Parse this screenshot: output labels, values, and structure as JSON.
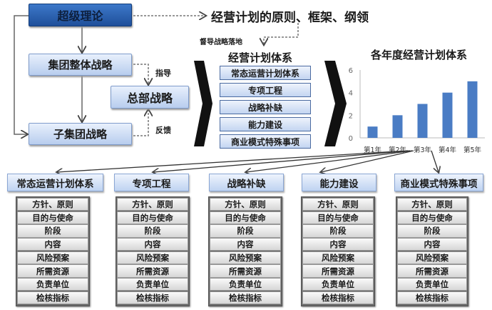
{
  "top": {
    "theory": "超级理论",
    "principles_text": "经营计划的原则、框架、纲领",
    "supervise_label": "督导战略落地",
    "group_strategy": "集团整体战略",
    "hq_strategy": "总部战略",
    "subgroup_strategy": "子集团战略",
    "guide_label": "指导",
    "feedback_label": "反馈"
  },
  "plan_system": {
    "title": "经营计划体系",
    "items": [
      "常态运营计划体系",
      "专项工程",
      "战略补缺",
      "能力建设",
      "商业模式特殊事项"
    ]
  },
  "chart_data": {
    "type": "bar",
    "title": "各年度经营计划体系",
    "categories": [
      "第1年",
      "第2年",
      "第3年",
      "第4年",
      "第5年"
    ],
    "values": [
      1,
      2,
      3,
      4,
      5
    ],
    "ylim": [
      0,
      6
    ],
    "yticks": [
      "0",
      "2",
      "4",
      "6"
    ],
    "bar_color": "#4a7cc4"
  },
  "columns": [
    {
      "title": "常态运营计划体系",
      "rows": [
        "方针、原则",
        "目的与使命",
        "阶段",
        "内容",
        "风险预案",
        "所需资源",
        "负责单位",
        "检核指标"
      ]
    },
    {
      "title": "专项工程",
      "rows": [
        "方针、原则",
        "目的与使命",
        "阶段",
        "内容",
        "风险预案",
        "所需资源",
        "负责单位",
        "检核指标"
      ]
    },
    {
      "title": "战略补缺",
      "rows": [
        "方针、原则",
        "目的与使命",
        "阶段",
        "内容",
        "风险预案",
        "所需资源",
        "负责单位",
        "检核指标"
      ]
    },
    {
      "title": "能力建设",
      "rows": [
        "方针、原则",
        "目的与使命",
        "阶段",
        "内容",
        "风险预案",
        "所需资源",
        "负责单位",
        "检核指标"
      ]
    },
    {
      "title": "商业模式特殊事项",
      "rows": [
        "方针、原则",
        "目的与使命",
        "阶段",
        "内容",
        "风险预案",
        "所需资源",
        "负责单位",
        "检核指标"
      ]
    }
  ]
}
